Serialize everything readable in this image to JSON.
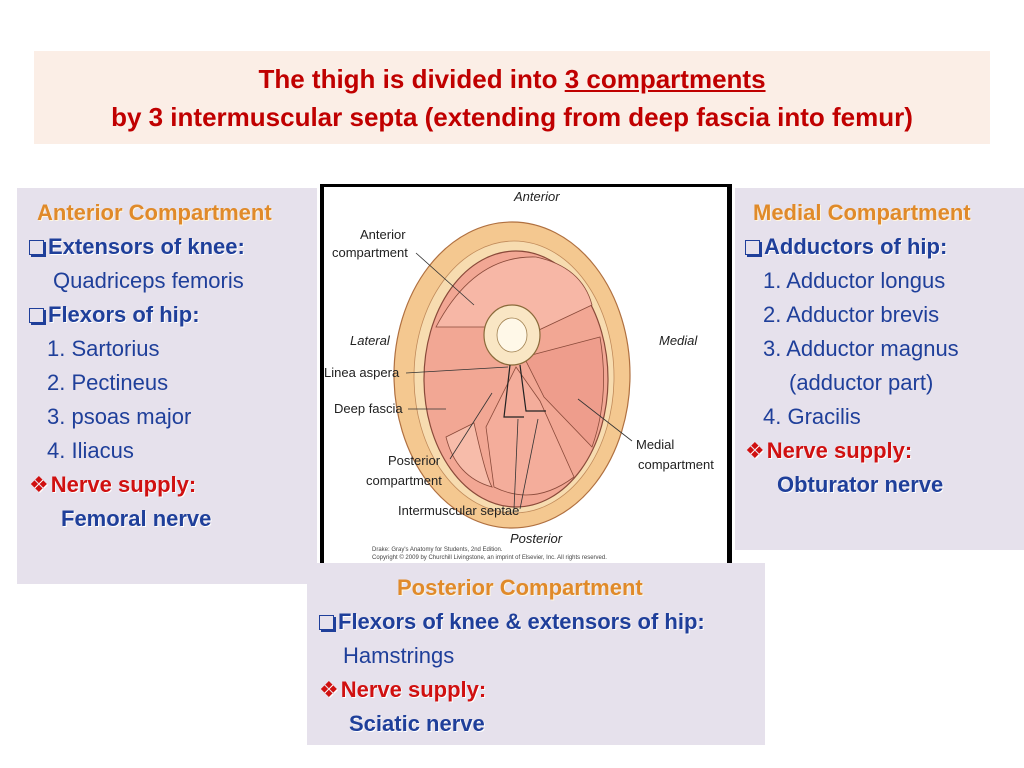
{
  "title": {
    "line1_prefix": "The thigh is divided into ",
    "line1_highlight": "3 compartments",
    "line2": "by 3 intermuscular septa (extending from deep fascia into femur)"
  },
  "anterior": {
    "heading": "Anterior Compartment",
    "group1": "Extensors of knee:",
    "group1_item": "Quadriceps femoris",
    "group2": "Flexors of hip:",
    "items": [
      "1. Sartorius",
      "2. Pectineus",
      "3. psoas major",
      "4. Iliacus"
    ],
    "nerve_label": "Nerve supply:",
    "nerve": "Femoral nerve"
  },
  "medial": {
    "heading": "Medial Compartment",
    "group1": "Adductors of hip:",
    "items": [
      "1. Adductor longus",
      "2. Adductor brevis",
      "3. Adductor magnus",
      "(adductor part)",
      "4. Gracilis"
    ],
    "nerve_label": "Nerve supply:",
    "nerve": "Obturator nerve"
  },
  "posterior": {
    "heading": "Posterior Compartment",
    "group1": "Flexors of knee & extensors of hip:",
    "group1_item": "Hamstrings",
    "nerve_label": "Nerve supply:",
    "nerve": "Sciatic nerve"
  },
  "figure": {
    "top": "Anterior",
    "bottom": "Posterior",
    "left": "Lateral",
    "right": "Medial",
    "anterior_compartment": [
      "Anterior",
      "compartment"
    ],
    "linea_aspera": "Linea aspera",
    "deep_fascia": "Deep fascia",
    "posterior_compartment": [
      "Posterior",
      "compartment"
    ],
    "medial_compartment": [
      "Medial",
      "compartment"
    ],
    "intermuscular_septae": "Intermuscular septae",
    "caption": [
      "Drake: Gray's Anatomy for Students, 2nd Edition.",
      "Copyright © 2009 by Churchill Livingstone, an imprint of Elsevier, Inc. All rights reserved."
    ]
  },
  "colors": {
    "title_red": "#c00000",
    "heading_orange": "#e08a2a",
    "text_blue": "#1f3f9a",
    "nerve_red": "#d01010",
    "panel_bg": "#e6e1ec",
    "title_bg": "#fbeee6"
  },
  "icons": {
    "group_bullet": "square-bullet-icon",
    "nerve_bullet": "diamond-bullet-icon"
  }
}
